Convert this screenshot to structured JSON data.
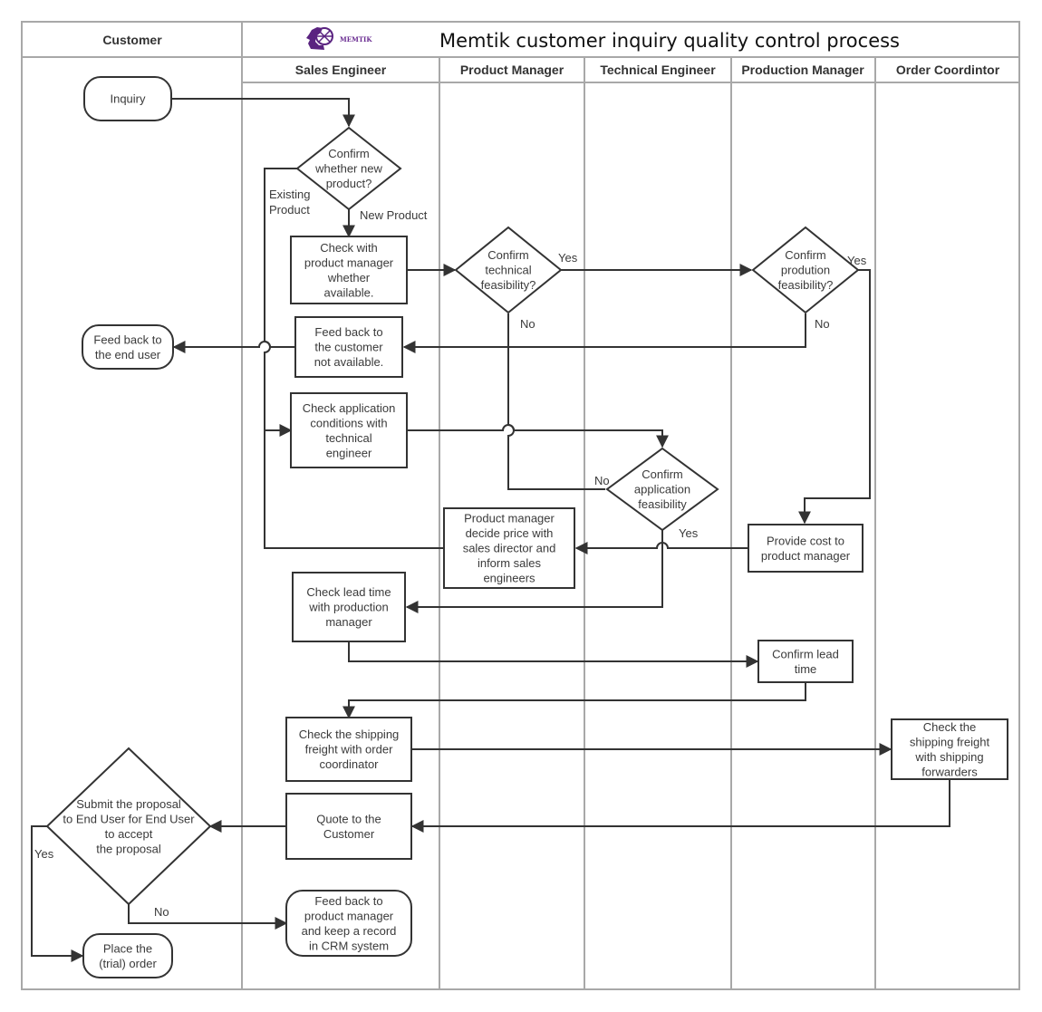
{
  "title": "Memtik customer inquiry quality control process",
  "logo": {
    "icon": "globe-head-icon",
    "text": "MEMTIK",
    "color": "#6a2c91"
  },
  "lanes": [
    {
      "id": "customer",
      "label": "Customer"
    },
    {
      "id": "sales",
      "label": "Sales Engineer"
    },
    {
      "id": "pm",
      "label": "Product Manager"
    },
    {
      "id": "te",
      "label": "Technical Engineer"
    },
    {
      "id": "prod",
      "label": "Production Manager"
    },
    {
      "id": "oc",
      "label": "Order Coordintor"
    }
  ],
  "nodes": [
    {
      "id": "inquiry",
      "type": "terminal",
      "lane": "customer",
      "lines": [
        "Inquiry"
      ]
    },
    {
      "id": "confirm_new",
      "type": "decision",
      "lane": "sales",
      "lines": [
        "Confirm",
        "whether new",
        "product?"
      ]
    },
    {
      "id": "check_pm",
      "type": "process",
      "lane": "sales",
      "lines": [
        "Check with",
        "product manager",
        "whether",
        "available."
      ]
    },
    {
      "id": "confirm_tech",
      "type": "decision",
      "lane": "pm",
      "lines": [
        "Confirm",
        "technical",
        "feasibility?"
      ]
    },
    {
      "id": "confirm_prod",
      "type": "decision",
      "lane": "prod",
      "lines": [
        "Confirm",
        "prodution",
        "feasibility?"
      ]
    },
    {
      "id": "feedback_na",
      "type": "process",
      "lane": "sales",
      "lines": [
        "Feed back to",
        "the customer",
        "not available."
      ]
    },
    {
      "id": "feedback_end",
      "type": "terminal",
      "lane": "customer",
      "lines": [
        "Feed back to",
        "the end user"
      ]
    },
    {
      "id": "check_app",
      "type": "process",
      "lane": "sales",
      "lines": [
        "Check application",
        "conditions with",
        "technical",
        "engineer"
      ]
    },
    {
      "id": "confirm_app",
      "type": "decision",
      "lane": "te",
      "lines": [
        "Confirm",
        "application",
        "feasibility"
      ]
    },
    {
      "id": "pm_price",
      "type": "process",
      "lane": "pm",
      "lines": [
        "Product manager",
        "decide price with",
        "sales director and",
        "inform sales",
        "engineers"
      ]
    },
    {
      "id": "provide_cost",
      "type": "process",
      "lane": "prod",
      "lines": [
        "Provide cost to",
        "product manager"
      ]
    },
    {
      "id": "check_lead",
      "type": "process",
      "lane": "sales",
      "lines": [
        "Check lead time",
        "with production",
        "manager"
      ]
    },
    {
      "id": "confirm_lead",
      "type": "process",
      "lane": "prod",
      "lines": [
        "Confirm lead",
        "time"
      ]
    },
    {
      "id": "check_ship",
      "type": "process",
      "lane": "sales",
      "lines": [
        "Check the shipping",
        "freight with order",
        "coordinator"
      ]
    },
    {
      "id": "check_fwd",
      "type": "process",
      "lane": "oc",
      "lines": [
        "Check the",
        "shipping freight",
        "with shipping",
        "forwarders"
      ]
    },
    {
      "id": "quote",
      "type": "process",
      "lane": "sales",
      "lines": [
        "Quote to the",
        "Customer"
      ]
    },
    {
      "id": "submit",
      "type": "decision",
      "lane": "customer",
      "lines": [
        "Submit the proposal",
        "to End User for End User",
        "to accept",
        "the proposal"
      ]
    },
    {
      "id": "place_order",
      "type": "terminal",
      "lane": "customer",
      "lines": [
        "Place the",
        "(trial) order"
      ]
    },
    {
      "id": "feedback_crm",
      "type": "terminal",
      "lane": "sales",
      "lines": [
        "Feed back to",
        "product manager",
        "and keep a record",
        "in CRM system"
      ]
    }
  ],
  "edges": [
    {
      "from": "inquiry",
      "to": "confirm_new",
      "label": ""
    },
    {
      "from": "confirm_new",
      "to": "check_pm",
      "label": "New Product"
    },
    {
      "from": "confirm_new",
      "to": "check_app",
      "label": "Existing Product"
    },
    {
      "from": "check_pm",
      "to": "confirm_tech",
      "label": ""
    },
    {
      "from": "confirm_tech",
      "to": "confirm_prod",
      "label": "Yes"
    },
    {
      "from": "confirm_tech",
      "to": "confirm_app",
      "label": "No"
    },
    {
      "from": "confirm_prod",
      "to": "feedback_na",
      "label": "No"
    },
    {
      "from": "confirm_prod",
      "to": "provide_cost",
      "label": "Yes"
    },
    {
      "from": "feedback_na",
      "to": "feedback_end",
      "label": ""
    },
    {
      "from": "check_app",
      "to": "confirm_app",
      "label": ""
    },
    {
      "from": "confirm_app",
      "to": "check_lead",
      "label": "Yes"
    },
    {
      "from": "provide_cost",
      "to": "pm_price",
      "label": ""
    },
    {
      "from": "pm_price",
      "to": "check_app",
      "label": ""
    },
    {
      "from": "check_lead",
      "to": "confirm_lead",
      "label": ""
    },
    {
      "from": "confirm_lead",
      "to": "check_ship",
      "label": ""
    },
    {
      "from": "check_ship",
      "to": "check_fwd",
      "label": ""
    },
    {
      "from": "check_fwd",
      "to": "quote",
      "label": ""
    },
    {
      "from": "quote",
      "to": "submit",
      "label": ""
    },
    {
      "from": "submit",
      "to": "place_order",
      "label": "Yes"
    },
    {
      "from": "submit",
      "to": "feedback_crm",
      "label": "No"
    }
  ]
}
